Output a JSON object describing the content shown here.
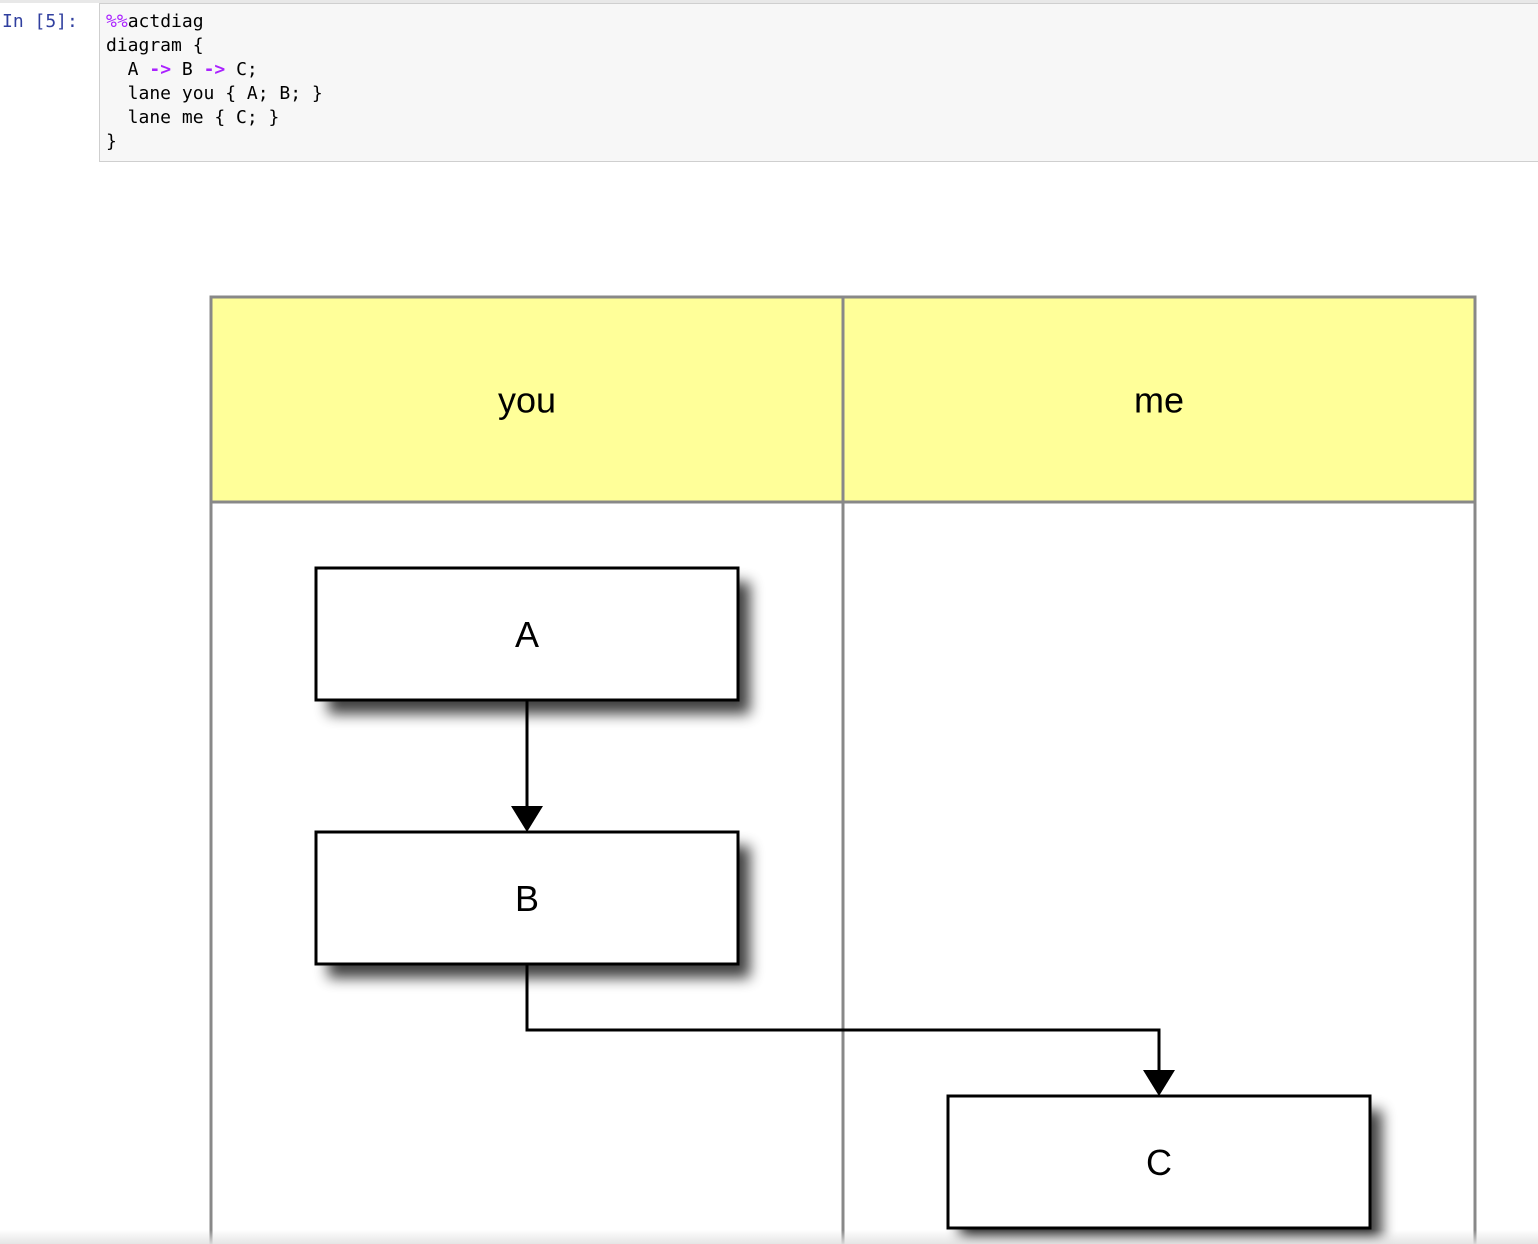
{
  "cell": {
    "prompt": "In [5]:",
    "code_lines": [
      [
        {
          "t": "%%",
          "c": "magic"
        },
        {
          "t": "actdiag",
          "c": ""
        }
      ],
      [
        {
          "t": "diagram {",
          "c": ""
        }
      ],
      [
        {
          "t": "  A ",
          "c": ""
        },
        {
          "t": "->",
          "c": "op"
        },
        {
          "t": " B ",
          "c": ""
        },
        {
          "t": "->",
          "c": "op"
        },
        {
          "t": " C;",
          "c": ""
        }
      ],
      [
        {
          "t": "  lane you { A; B; }",
          "c": ""
        }
      ],
      [
        {
          "t": "  lane me { C; }",
          "c": ""
        }
      ],
      [
        {
          "t": "}",
          "c": ""
        }
      ]
    ]
  },
  "diagram": {
    "lanes": [
      {
        "name": "you"
      },
      {
        "name": "me"
      }
    ],
    "nodes": [
      {
        "label": "A",
        "lane": "you"
      },
      {
        "label": "B",
        "lane": "you"
      },
      {
        "label": "C",
        "lane": "me"
      }
    ],
    "edges": [
      {
        "from": "A",
        "to": "B"
      },
      {
        "from": "B",
        "to": "C"
      }
    ],
    "colors": {
      "lane_header": "#ffff99",
      "lane_border": "#888888",
      "node_fill": "#ffffff",
      "node_border": "#000000",
      "edge": "#000000"
    }
  }
}
